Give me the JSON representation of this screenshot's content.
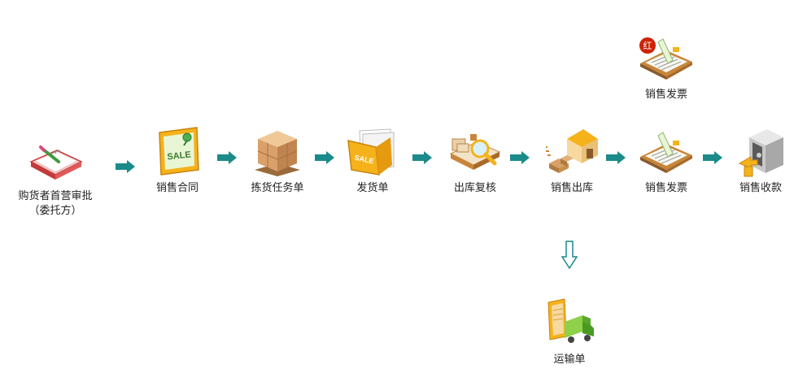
{
  "flow": {
    "nodes": [
      {
        "id": "purchaser-approval",
        "label": "购货者首营审批",
        "sublabel": "（委托方）"
      },
      {
        "id": "sales-contract",
        "label": "销售合同"
      },
      {
        "id": "picking-task",
        "label": "拣货任务单"
      },
      {
        "id": "delivery-note",
        "label": "发货单"
      },
      {
        "id": "outbound-review",
        "label": "出库复核"
      },
      {
        "id": "sales-outbound",
        "label": "销售出库"
      },
      {
        "id": "sales-invoice",
        "label": "销售发票"
      },
      {
        "id": "sales-receipt",
        "label": "销售收款"
      }
    ],
    "red_invoice": {
      "label": "销售发票",
      "badge": "红"
    },
    "transport": {
      "label": "运输单"
    }
  },
  "icons": {
    "purchaser-approval": "notebook-pen-icon",
    "sales-contract": "sale-board-icon",
    "picking-task": "cargo-boxes-icon",
    "delivery-note": "sale-folder-icon",
    "outbound-review": "magnifier-review-icon",
    "sales-outbound": "warehouse-outbound-icon",
    "sales-invoice": "invoice-clipboard-icon",
    "sales-receipt": "safe-receipt-icon",
    "red-invoice": "red-invoice-icon",
    "transport": "delivery-truck-icon"
  },
  "colors": {
    "arrow": "#1a8a8a",
    "down_arrow": "#1a8a8a",
    "badge": "#cc2200",
    "folder": "#f5b21a",
    "wood": "#c8863a"
  },
  "sale_text": "SALE"
}
